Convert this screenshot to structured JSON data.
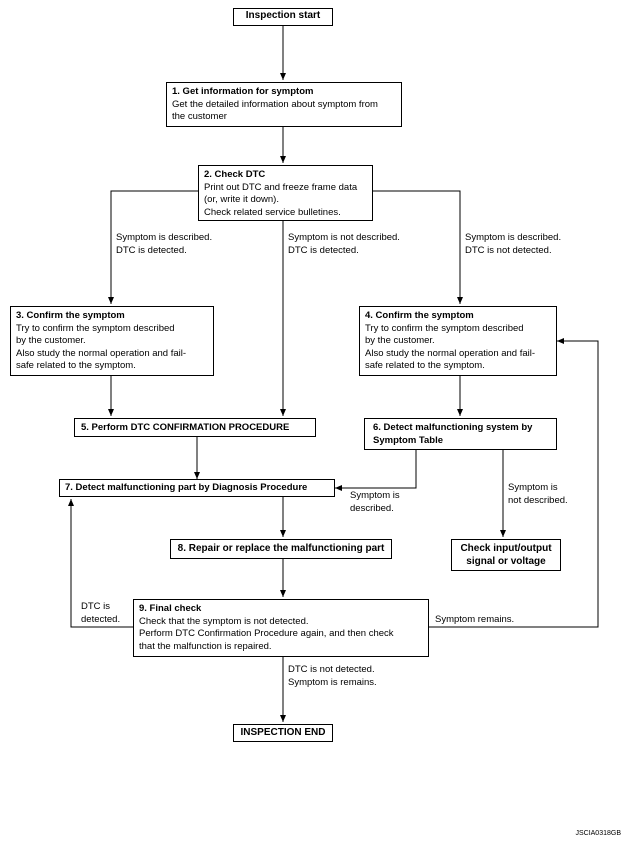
{
  "nodes": {
    "start": "Inspection start",
    "s1": {
      "title": "1. Get information for symptom",
      "lines": [
        "Get the detailed information about symptom from",
        "the customer"
      ]
    },
    "s2": {
      "title": "2. Check DTC",
      "lines": [
        "Print out DTC and freeze frame data",
        "(or, write it down).",
        "Check related service bulletines."
      ]
    },
    "s3": {
      "title": "3. Confirm the symptom",
      "lines": [
        "Try to confirm the symptom described",
        "by the customer.",
        "Also study the normal operation and fail-",
        "safe related to the symptom."
      ]
    },
    "s4": {
      "title": "4. Confirm the symptom",
      "lines": [
        "Try to confirm the symptom described",
        "by the customer.",
        "Also study the normal operation and fail-",
        "safe related to the symptom."
      ]
    },
    "s5": "5. Perform DTC CONFIRMATION PROCEDURE",
    "s6": [
      "6. Detect malfunctioning system by",
      "Symptom Table"
    ],
    "s7": "7. Detect malfunctioning part by Diagnosis Procedure",
    "s8": "8. Repair or replace the malfunctioning part",
    "check_io": [
      "Check input/output",
      "signal or voltage"
    ],
    "s9": {
      "title": "9. Final check",
      "lines": [
        "Check that the symptom is not detected.",
        "Perform DTC Confirmation Procedure again, and then check",
        "that the malfunction is repaired."
      ]
    },
    "end": "INSPECTION END"
  },
  "labels": {
    "l_left": [
      "Symptom is described.",
      "DTC is detected."
    ],
    "l_mid": [
      "Symptom is not described.",
      "DTC is detected."
    ],
    "l_right": [
      "Symptom is described.",
      "DTC is not detected."
    ],
    "l_s6_desc": [
      "Symptom is",
      "described."
    ],
    "l_s6_notdesc": [
      "Symptom is",
      "not described."
    ],
    "l_dtc_det": [
      "DTC is",
      "detected."
    ],
    "l_remains": "Symptom remains.",
    "l_end": [
      "DTC is not detected.",
      "Symptom is remains."
    ]
  },
  "figure_id": "JSCIA0318GB"
}
